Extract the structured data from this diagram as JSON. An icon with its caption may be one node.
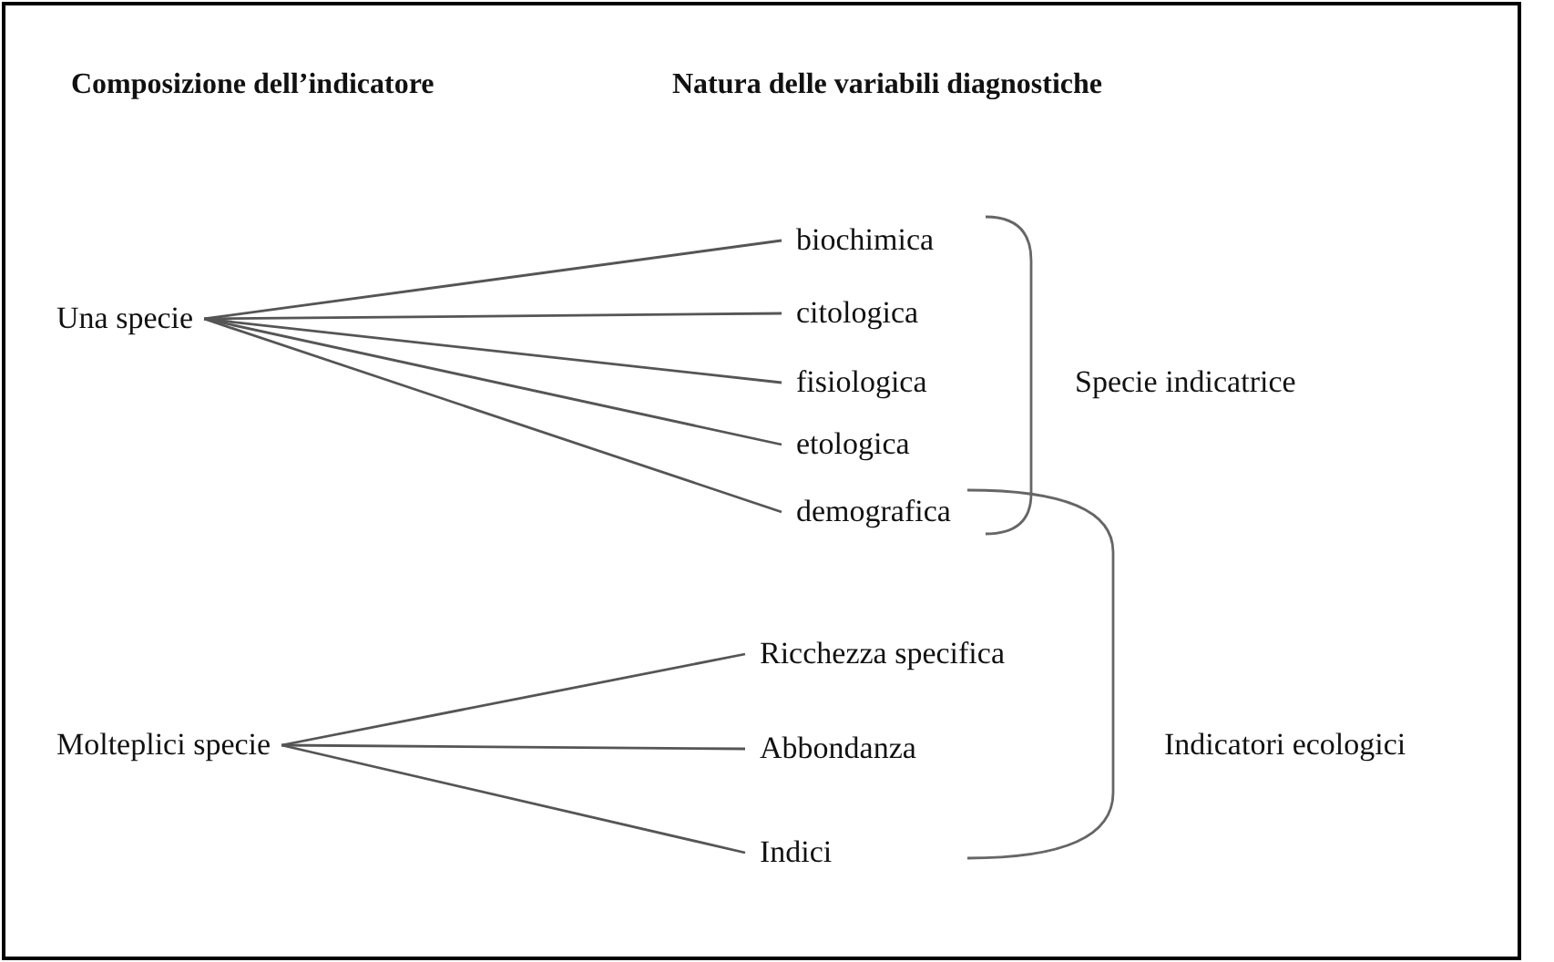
{
  "diagram": {
    "nodes": [
      {
        "text": [
          "Una specie"
        ]
      },
      {
        "text": [
          "biochimica"
        ]
      },
      {
        "text": [
          "citologica"
        ]
      },
      {
        "text": [
          "fisiologica"
        ]
      },
      {
        "text": [
          "etologica"
        ]
      },
      {
        "text": [
          "demografica"
        ]
      },
      {
        "text": [
          "Molteplici specie"
        ]
      },
      {
        "text": [
          "Ricchezza specifica"
        ]
      },
      {
        "text": [
          "Abbondanza"
        ]
      },
      {
        "text": [
          "Indici"
        ]
      }
    ],
    "edges": [
      {
        "from": 0,
        "to": 1,
        "arrow": "none"
      },
      {
        "from": 0,
        "to": 2,
        "arrow": "none"
      },
      {
        "from": 0,
        "to": 3,
        "arrow": "none"
      },
      {
        "from": 0,
        "to": 4,
        "arrow": "none"
      },
      {
        "from": 0,
        "to": 5,
        "arrow": "none"
      },
      {
        "from": 6,
        "to": 7,
        "arrow": "none"
      },
      {
        "from": 6,
        "to": 8,
        "arrow": "none"
      },
      {
        "from": 6,
        "to": 9,
        "arrow": "none"
      }
    ],
    "labels": [
      "Composizione dell’indicatore",
      "Natura delle variabili diagnostiche",
      "Specie indicatrice",
      "Indicatori ecologici"
    ]
  }
}
